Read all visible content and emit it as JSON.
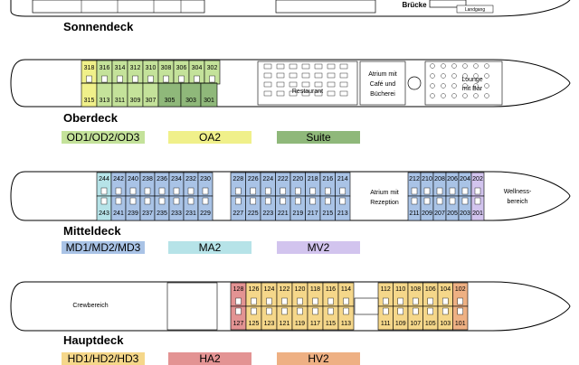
{
  "decks": {
    "sonnendeck": {
      "name": "Sonnendeck",
      "bruecke": "Brücke",
      "landgang": "Landgang"
    },
    "oberdeck": {
      "name": "Oberdeck",
      "top_cabins": [
        "318",
        "316",
        "314",
        "312",
        "310",
        "308",
        "306",
        "304",
        "302"
      ],
      "bottom_cabins": [
        "315",
        "313",
        "311",
        "309",
        "307",
        "305",
        "303",
        "301"
      ],
      "restaurant": "Restaurant",
      "atrium": [
        "Atrium mit",
        "Café und",
        "Bücherei"
      ],
      "lounge": [
        "Lounge",
        "mit Bar"
      ],
      "legend": [
        "OD1/OD2/OD3",
        "OA2",
        "Suite"
      ]
    },
    "mitteldeck": {
      "name": "Mitteldeck",
      "top_left": [
        "244",
        "242",
        "240",
        "238",
        "236",
        "234",
        "232",
        "230"
      ],
      "top_mid": [
        "228",
        "226",
        "224",
        "222",
        "220",
        "218",
        "216",
        "214"
      ],
      "top_right": [
        "212",
        "210",
        "208",
        "206",
        "204",
        "202"
      ],
      "bottom_left": [
        "243",
        "241",
        "239",
        "237",
        "235",
        "233",
        "231",
        "229"
      ],
      "bottom_mid": [
        "227",
        "225",
        "223",
        "221",
        "219",
        "217",
        "215",
        "213"
      ],
      "bottom_right": [
        "211",
        "209",
        "207",
        "205",
        "203",
        "201"
      ],
      "atrium": [
        "Atrium mit",
        "Rezeption"
      ],
      "wellness": [
        "Wellness-",
        "bereich"
      ],
      "legend": [
        "MD1/MD2/MD3",
        "MA2",
        "MV2"
      ]
    },
    "hauptdeck": {
      "name": "Hauptdeck",
      "crew": "Crewbereich",
      "top_left": [
        "128",
        "126",
        "124",
        "122",
        "120",
        "118",
        "116",
        "114"
      ],
      "top_right": [
        "112",
        "110",
        "108",
        "106",
        "104",
        "102"
      ],
      "bottom_left": [
        "127",
        "125",
        "123",
        "121",
        "119",
        "117",
        "115",
        "113"
      ],
      "bottom_right": [
        "111",
        "109",
        "107",
        "105",
        "103",
        "101"
      ],
      "legend": [
        "HD1/HD2/HD3",
        "HA2",
        "HV2"
      ]
    }
  },
  "colors": {
    "od": "#c4e29a",
    "oa": "#f0f08a",
    "suite": "#8fb87a",
    "md": "#a9c3e6",
    "ma": "#b6e3e8",
    "mv": "#d2c4ee",
    "hd": "#f5d78a",
    "ha": "#e39393",
    "hv": "#eeb083"
  }
}
